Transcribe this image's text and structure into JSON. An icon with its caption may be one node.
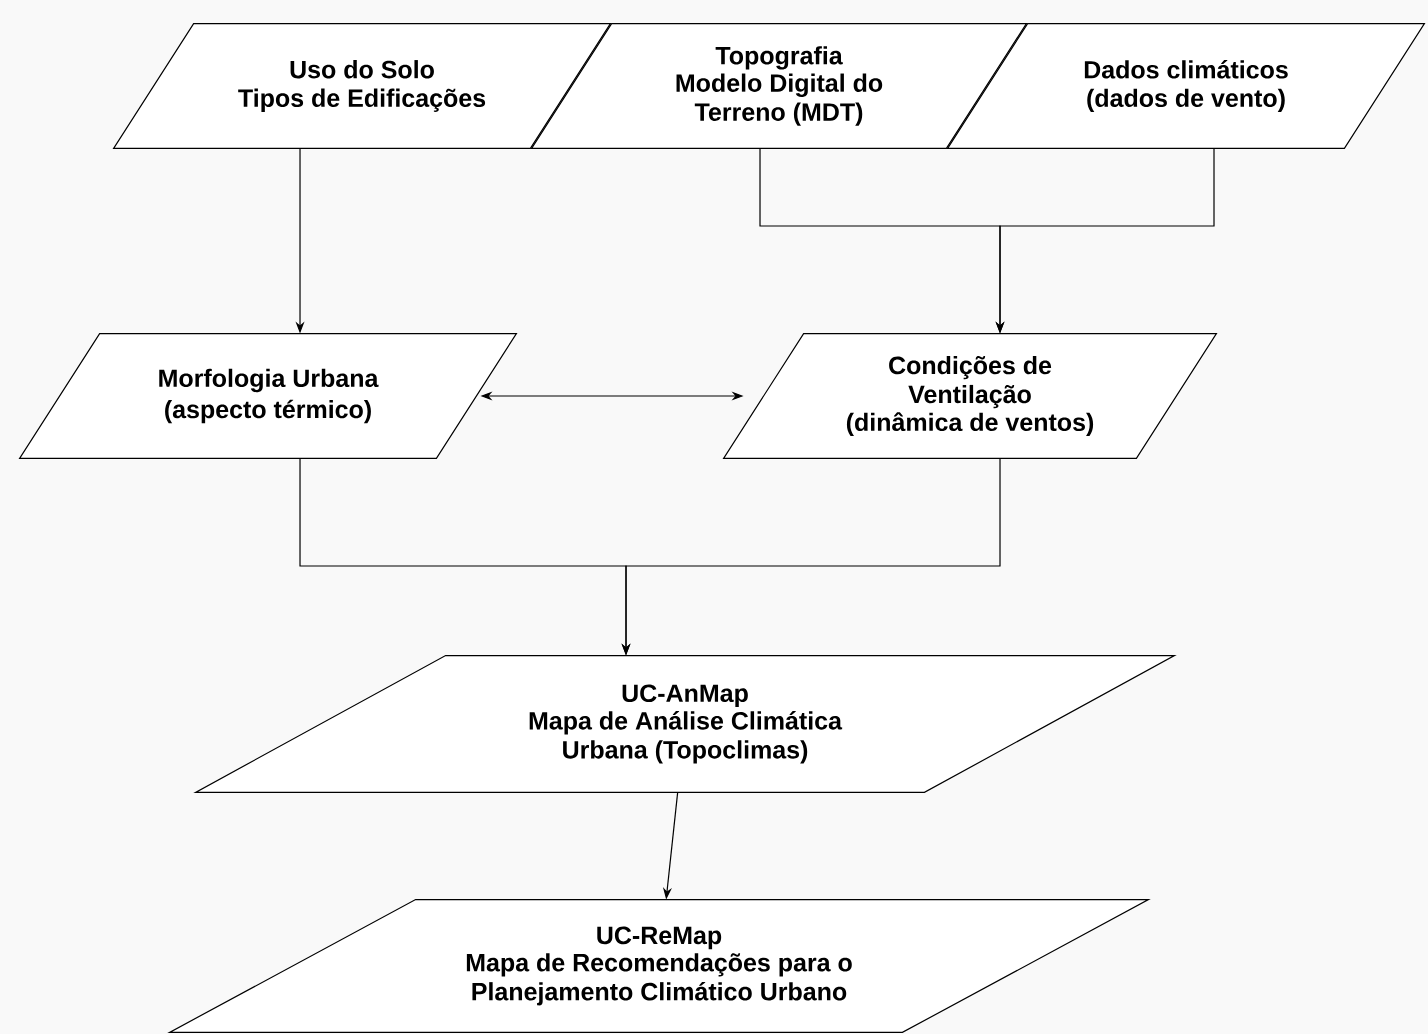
{
  "diagram": {
    "nodes": [
      {
        "text": [
          "Uso do Solo",
          "Tipos de Edificações"
        ]
      },
      {
        "text": [
          "Topografia",
          "Modelo Digital do Terreno (MDT)"
        ]
      },
      {
        "text": [
          "Dados climáticos",
          "(dados de vento)"
        ]
      },
      {
        "text": [
          "Morfologia Urbana",
          "(aspecto térmico)"
        ]
      },
      {
        "text": [
          "Condições de Ventilação",
          "(dinâmica de ventos)"
        ]
      },
      {
        "text": [
          "UC-AnMap",
          "Mapa de Análise Climática Urbana (Topoclimas)"
        ]
      },
      {
        "text": [
          "UC-ReMap",
          "Mapa de Recomendações para o Planejamento Climático Urbano"
        ]
      }
    ],
    "edges": [
      {
        "from": 0,
        "to": 3,
        "arrow": "to"
      },
      {
        "from": 1,
        "to": 4,
        "arrow": "to"
      },
      {
        "from": 2,
        "to": 4,
        "arrow": "to"
      },
      {
        "from": 3,
        "to": 4,
        "arrow": "both"
      },
      {
        "from": 3,
        "to": 5,
        "arrow": "to"
      },
      {
        "from": 4,
        "to": 5,
        "arrow": "to"
      },
      {
        "from": 5,
        "to": 6,
        "arrow": "to"
      }
    ]
  }
}
